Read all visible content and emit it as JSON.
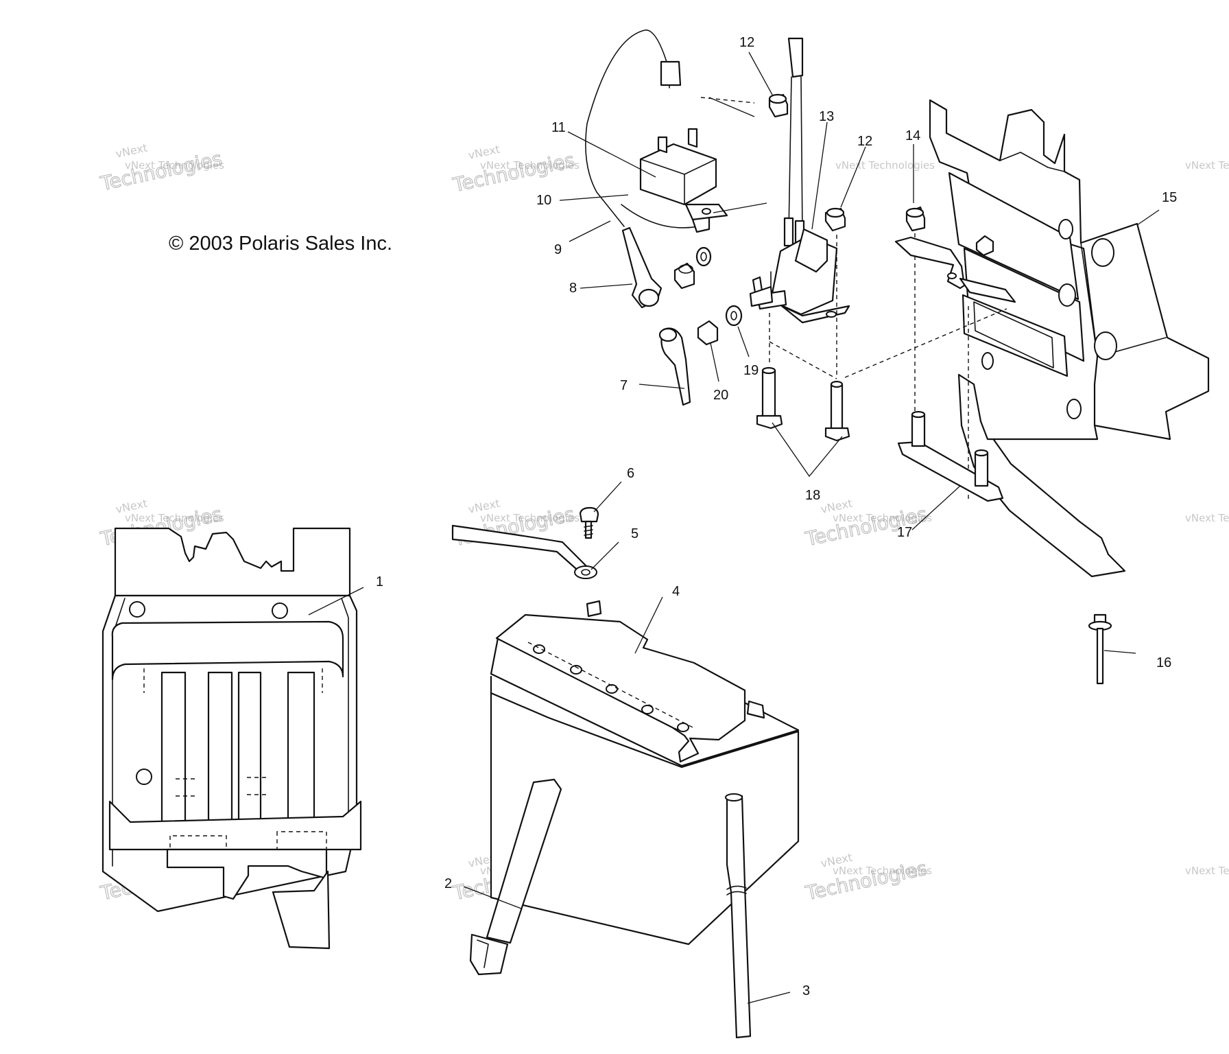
{
  "copyright": "© 2003 Polaris Sales Inc.",
  "watermark": {
    "line_small": "vNext Technologies",
    "line_large": "Technologies",
    "line_top": "vNext"
  },
  "callouts": [
    {
      "id": "1",
      "label": "1"
    },
    {
      "id": "2",
      "label": "2"
    },
    {
      "id": "3",
      "label": "3"
    },
    {
      "id": "4",
      "label": "4"
    },
    {
      "id": "5",
      "label": "5"
    },
    {
      "id": "6",
      "label": "6"
    },
    {
      "id": "7",
      "label": "7"
    },
    {
      "id": "8",
      "label": "8"
    },
    {
      "id": "9",
      "label": "9"
    },
    {
      "id": "10",
      "label": "10"
    },
    {
      "id": "11",
      "label": "11"
    },
    {
      "id": "12a",
      "label": "12"
    },
    {
      "id": "12b",
      "label": "12"
    },
    {
      "id": "13",
      "label": "13"
    },
    {
      "id": "14",
      "label": "14"
    },
    {
      "id": "15",
      "label": "15"
    },
    {
      "id": "16",
      "label": "16"
    },
    {
      "id": "17",
      "label": "17"
    },
    {
      "id": "18",
      "label": "18"
    },
    {
      "id": "19",
      "label": "19"
    },
    {
      "id": "20",
      "label": "20"
    }
  ]
}
